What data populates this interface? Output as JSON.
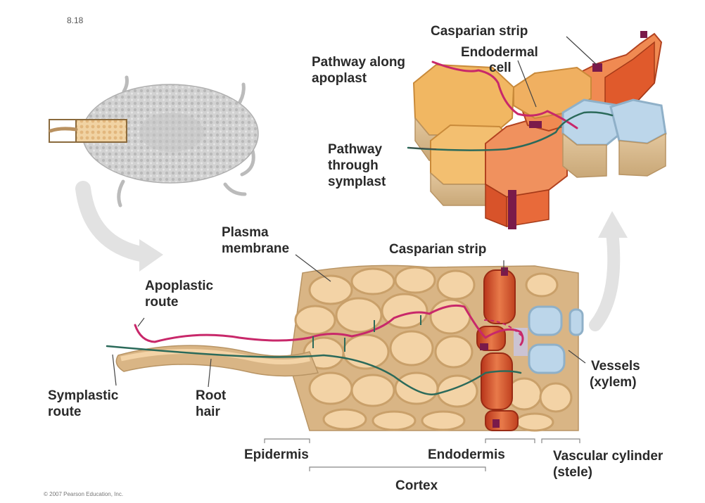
{
  "figure_number": "8.18",
  "credit_line": "© 2007 Pearson Education, Inc.",
  "labels": {
    "casparian_top": "Casparian strip",
    "endodermal_cell_1": "Endodermal",
    "endodermal_cell_2": "cell",
    "apoplast_top_1": "Pathway along",
    "apoplast_top_2": "apoplast",
    "symplast_top_1": "Pathway",
    "symplast_top_2": "through",
    "symplast_top_3": "symplast",
    "plasma_1": "Plasma",
    "plasma_2": "membrane",
    "casparian_bottom": "Casparian strip",
    "apoplastic_1": "Apoplastic",
    "apoplastic_2": "route",
    "symplastic_1": "Symplastic",
    "symplastic_2": "route",
    "root_hair_1": "Root",
    "root_hair_2": "hair",
    "vessels_1": "Vessels",
    "vessels_2": "(xylem)",
    "epidermis": "Epidermis",
    "endodermis": "Endodermis",
    "vascular_1": "Vascular cylinder",
    "vascular_2": "(stele)",
    "cortex": "Cortex"
  },
  "colors": {
    "apoplast_path": "#c8286a",
    "symplast_path": "#2b6a5a",
    "cortex_cell": "#f3d3a6",
    "cell_wall": "#d9b585",
    "endodermis": "#d8532a",
    "casparian_strip": "#7a1a4a",
    "xylem": "#bcd6ea",
    "root_disc": "#cfcfcf",
    "arrow": "#dedede",
    "label_text": "#2a2a2a"
  }
}
